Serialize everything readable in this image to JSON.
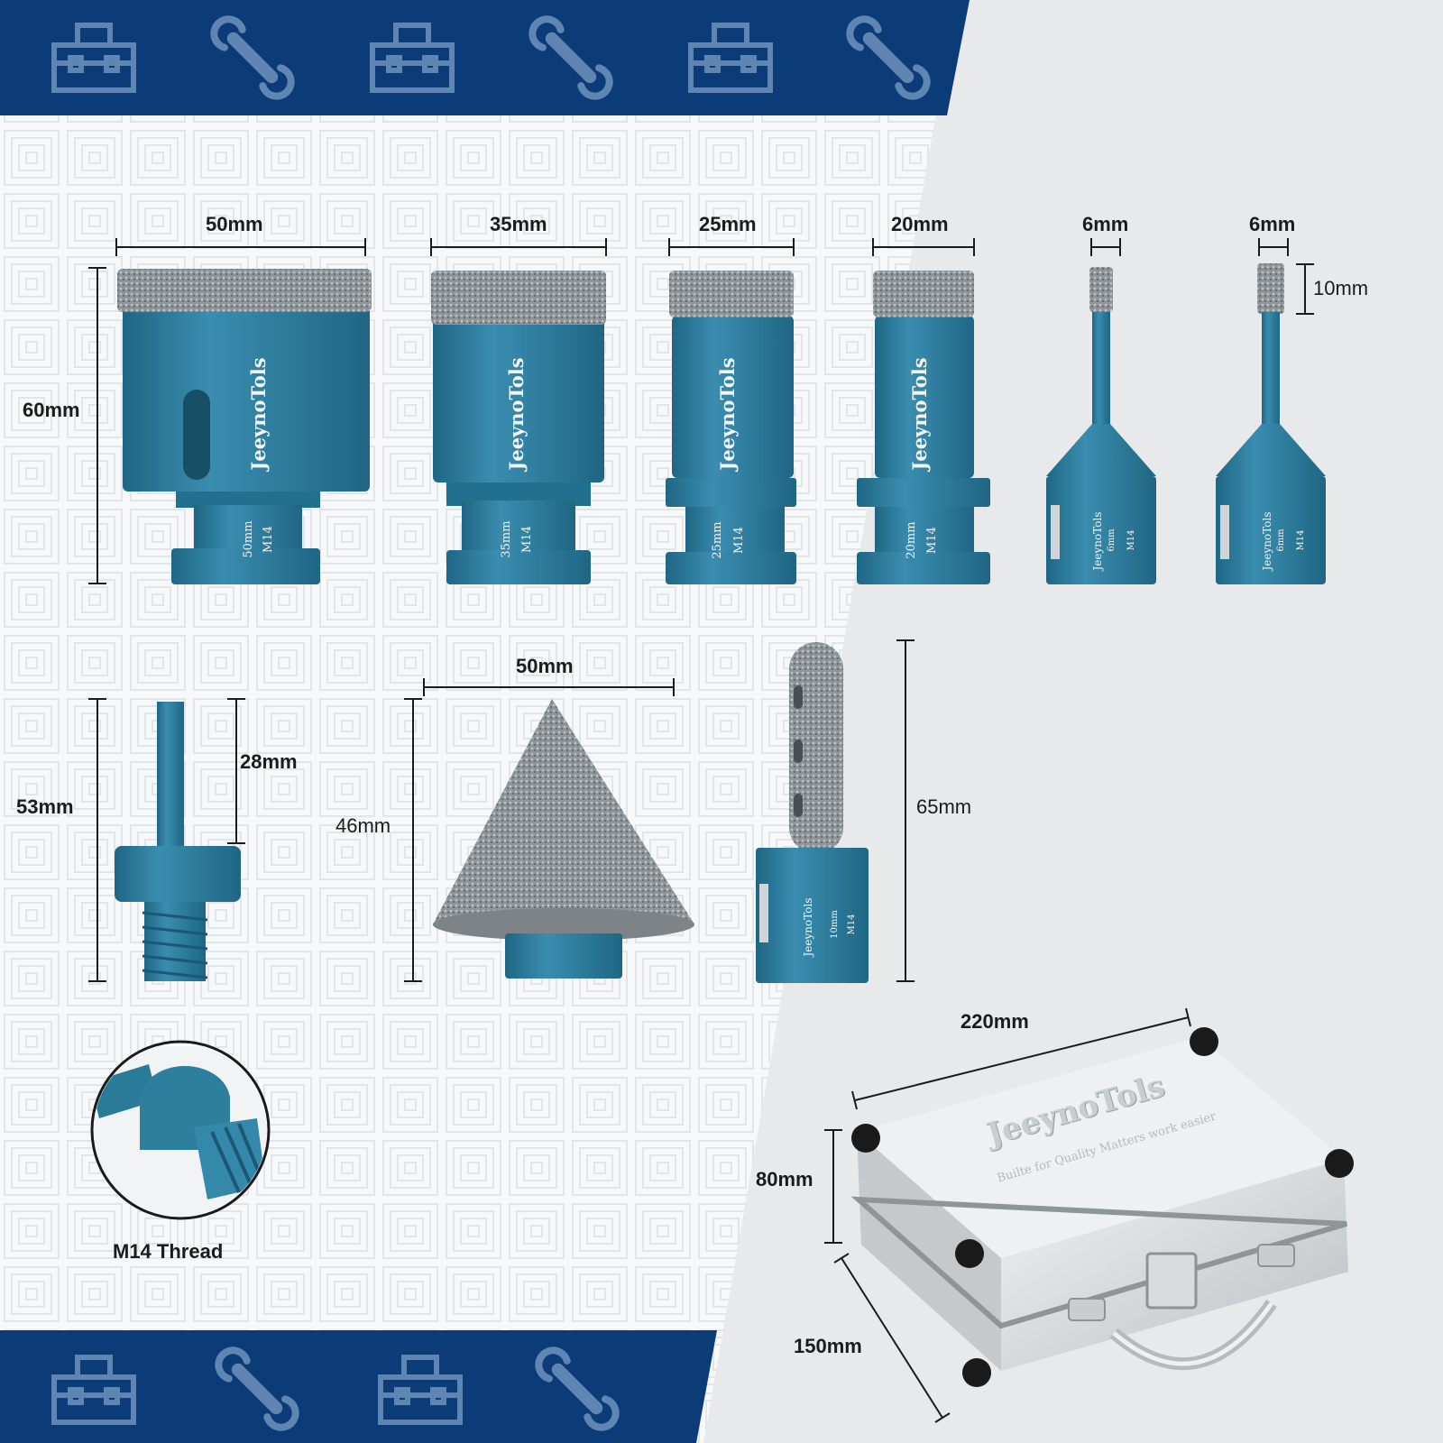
{
  "brand": "JeeynoTols",
  "colors": {
    "navy": "#0b3c78",
    "teal": "#2d7f9e",
    "teal_dark": "#1f6582",
    "diamond": "#8d9296",
    "case": "#d9dcde"
  },
  "bits": [
    {
      "diameter": "50mm",
      "thread": "M14"
    },
    {
      "diameter": "35mm",
      "thread": "M14"
    },
    {
      "diameter": "25mm",
      "thread": "M14"
    },
    {
      "diameter": "20mm",
      "thread": "M14"
    },
    {
      "diameter": "6mm",
      "thread": "M14"
    },
    {
      "diameter": "6mm",
      "thread": "M14"
    }
  ],
  "dimensions": {
    "core_height": "60mm",
    "small_tip": "10mm",
    "adapter_height": "53mm",
    "adapter_shank": "28mm",
    "cone_height": "46mm",
    "cone_width": "50mm",
    "finger_bit_height": "65mm",
    "finger_bit_diameter": "10mm",
    "case_width": "220mm",
    "case_height": "80mm",
    "case_depth": "150mm"
  },
  "thread_label": "M14  Thread",
  "case_slogan": "Builte for Quality Matters work easier"
}
